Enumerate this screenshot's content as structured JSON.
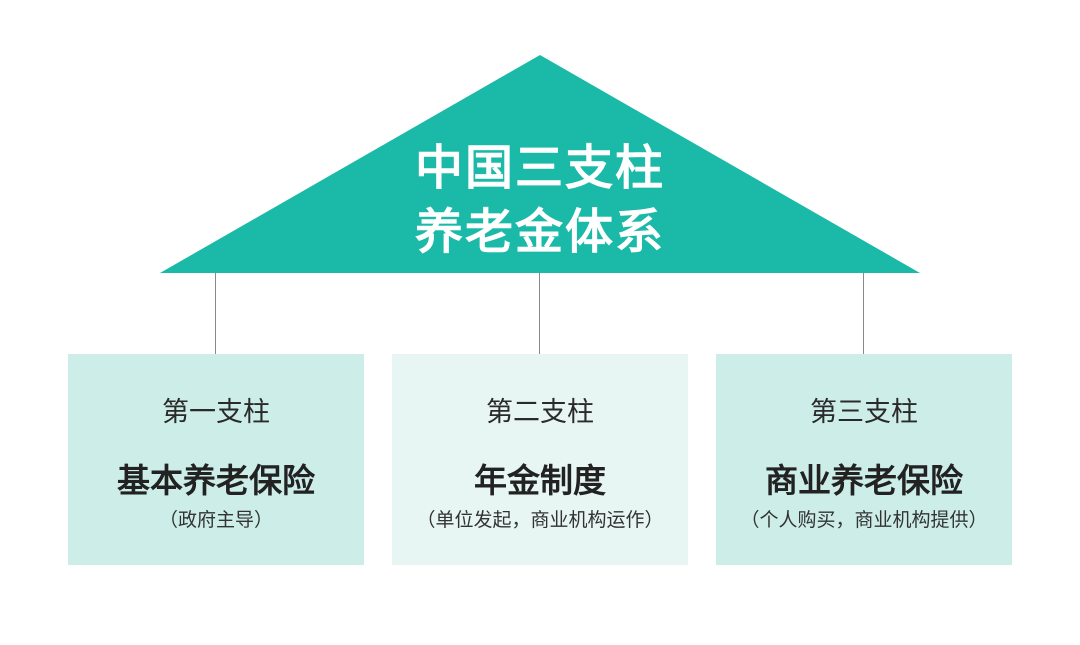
{
  "colors": {
    "roof": "#1bb9a7",
    "pillar_1_bg": "#cdeee8",
    "pillar_2_bg": "#e7f6f3",
    "pillar_3_bg": "#cdeee8",
    "connector": "#8a8a8a",
    "title_text": "#ffffff",
    "body_text": "#222222"
  },
  "roof": {
    "title_line1": "中国三支柱",
    "title_line2": "养老金体系"
  },
  "pillars": [
    {
      "label": "第一支柱",
      "name": "基本养老保险",
      "description": "（政府主导）"
    },
    {
      "label": "第二支柱",
      "name": "年金制度",
      "description": "（单位发起，商业机构运作）"
    },
    {
      "label": "第三支柱",
      "name": "商业养老保险",
      "description": "（个人购买，商业机构提供）"
    }
  ]
}
